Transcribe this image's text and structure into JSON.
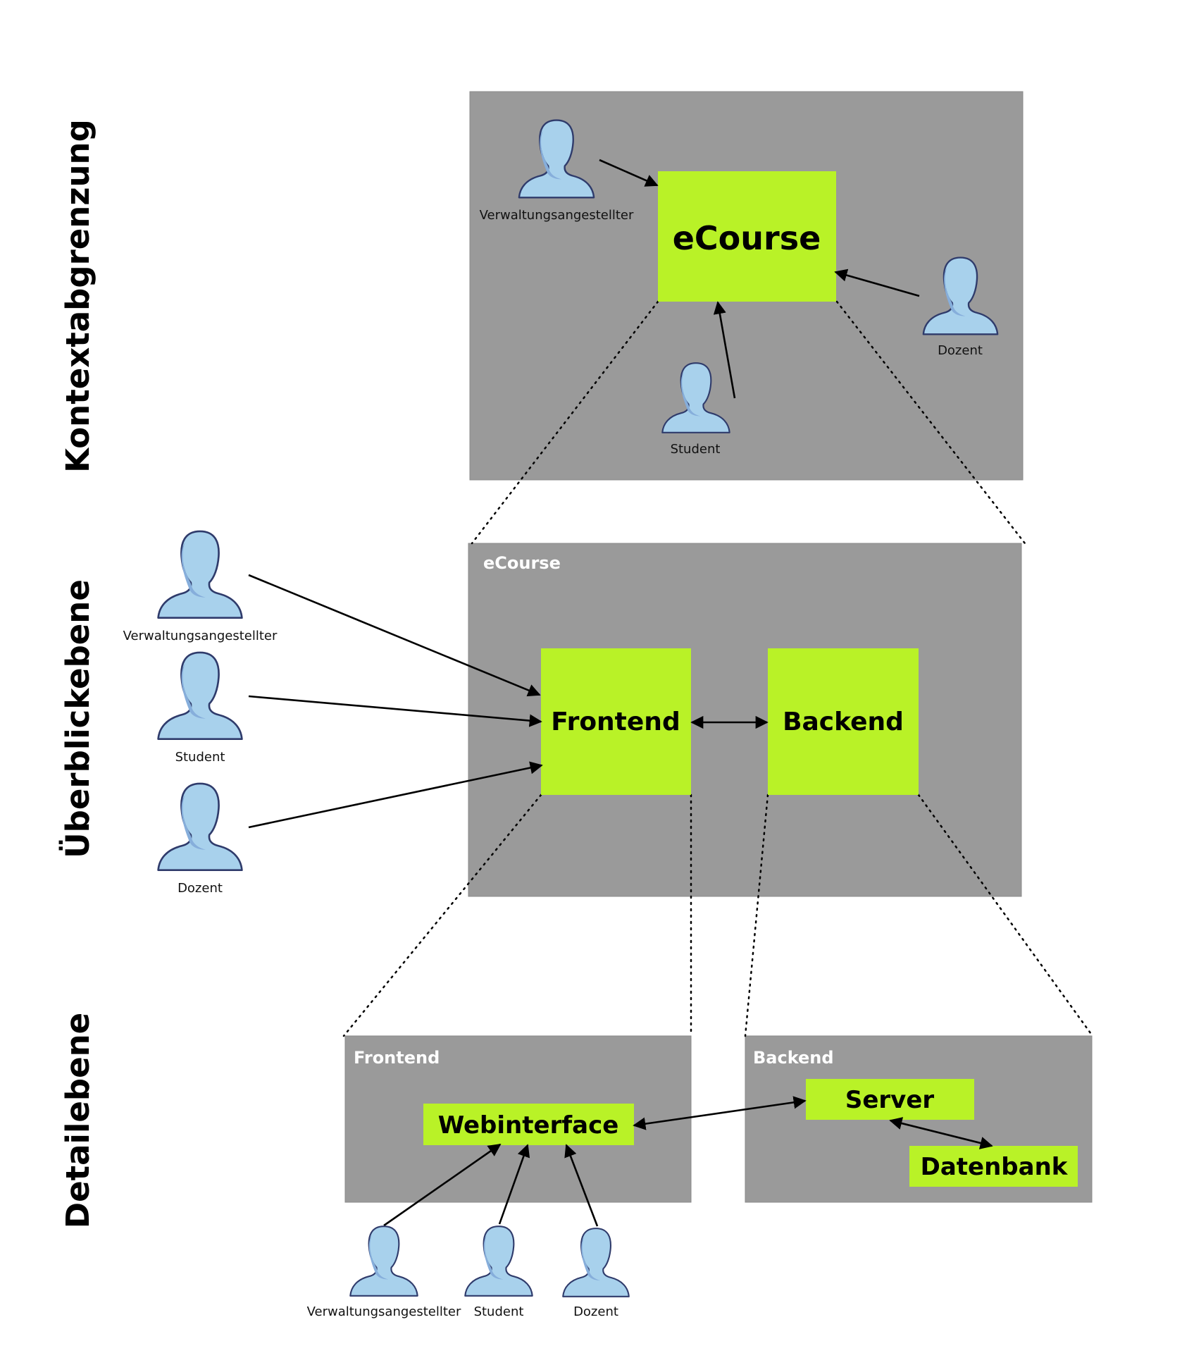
{
  "levels": {
    "context": "Kontextabgrenzung",
    "overview": "Überblickebene",
    "detail": "Detailebene"
  },
  "context": {
    "system": "eCourse",
    "actors": [
      "Verwaltungsangestellter",
      "Dozent",
      "Student"
    ]
  },
  "overview": {
    "panel_title": "eCourse",
    "frontend": "Frontend",
    "backend": "Backend",
    "actors": [
      "Verwaltungsangestellter",
      "Student",
      "Dozent"
    ]
  },
  "detail": {
    "frontend_panel_title": "Frontend",
    "backend_panel_title": "Backend",
    "webinterface": "Webinterface",
    "server": "Server",
    "datenbank": "Datenbank",
    "actors": [
      "Verwaltungsangestellter",
      "Student",
      "Dozent"
    ]
  },
  "colors": {
    "panel": "#9a9a9a",
    "component": "#b9f227",
    "actor_fill": "#a8d1ec",
    "actor_shade": "#86aedb",
    "actor_stroke": "#2f3b6b"
  }
}
